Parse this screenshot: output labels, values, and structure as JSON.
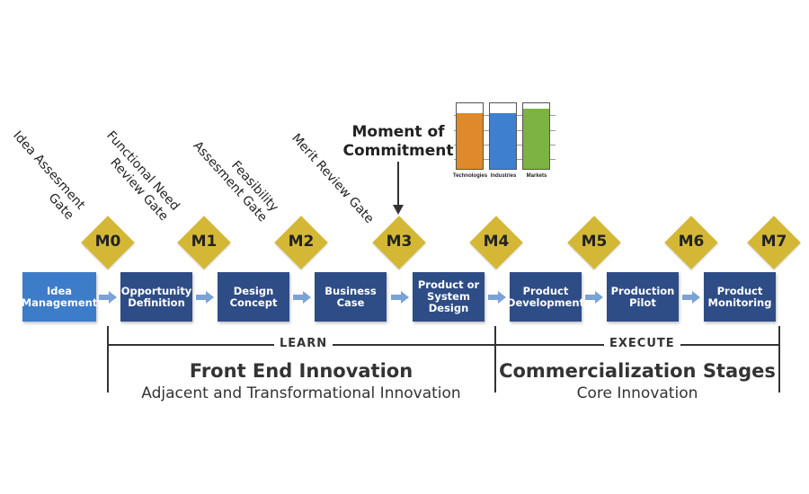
{
  "stages": [
    {
      "id": "idea",
      "label": "Idea\nManagement"
    },
    {
      "id": "opportunity",
      "label": "Opportunity\nDefinition"
    },
    {
      "id": "design",
      "label": "Design\nConcept"
    },
    {
      "id": "business",
      "label": "Business\nCase"
    },
    {
      "id": "product",
      "label": "Product or\nSystem\nDesign"
    },
    {
      "id": "development",
      "label": "Product\nDevelopment"
    },
    {
      "id": "pilot",
      "label": "Production\nPilot"
    },
    {
      "id": "monitoring",
      "label": "Product\nMonitoring"
    }
  ],
  "milestones": [
    "M0",
    "M1",
    "M2",
    "M3",
    "M4",
    "M5",
    "M6",
    "M7"
  ],
  "gates": [
    {
      "text": "Idea Assesment\nGate"
    },
    {
      "text": "Functional Need\nReview Gate"
    },
    {
      "text": "Feasibility\nAssesment Gate"
    },
    {
      "text": "Merit Review Gate"
    }
  ],
  "moment": {
    "text": "Moment of\nCommitment"
  },
  "mini_chart": {
    "bars": [
      {
        "label": "Technologies",
        "fill": 0.85,
        "color": "#e0892b"
      },
      {
        "label": "Industries",
        "fill": 0.85,
        "color": "#3f7fcf"
      },
      {
        "label": "Markets",
        "fill": 0.92,
        "color": "#7cb342"
      }
    ]
  },
  "phases": {
    "learn": {
      "label": "LEARN",
      "title": "Front End Innovation",
      "subtitle": "Adjacent and Transformational Innovation"
    },
    "execute": {
      "label": "EXECUTE",
      "title": "Commercialization Stages",
      "subtitle": "Core Innovation"
    }
  },
  "colors": {
    "first_stage": "#3d7cc9",
    "stage": "#2e4d86",
    "diamond": "#d4b835",
    "arrow": "#7aa2d6"
  }
}
